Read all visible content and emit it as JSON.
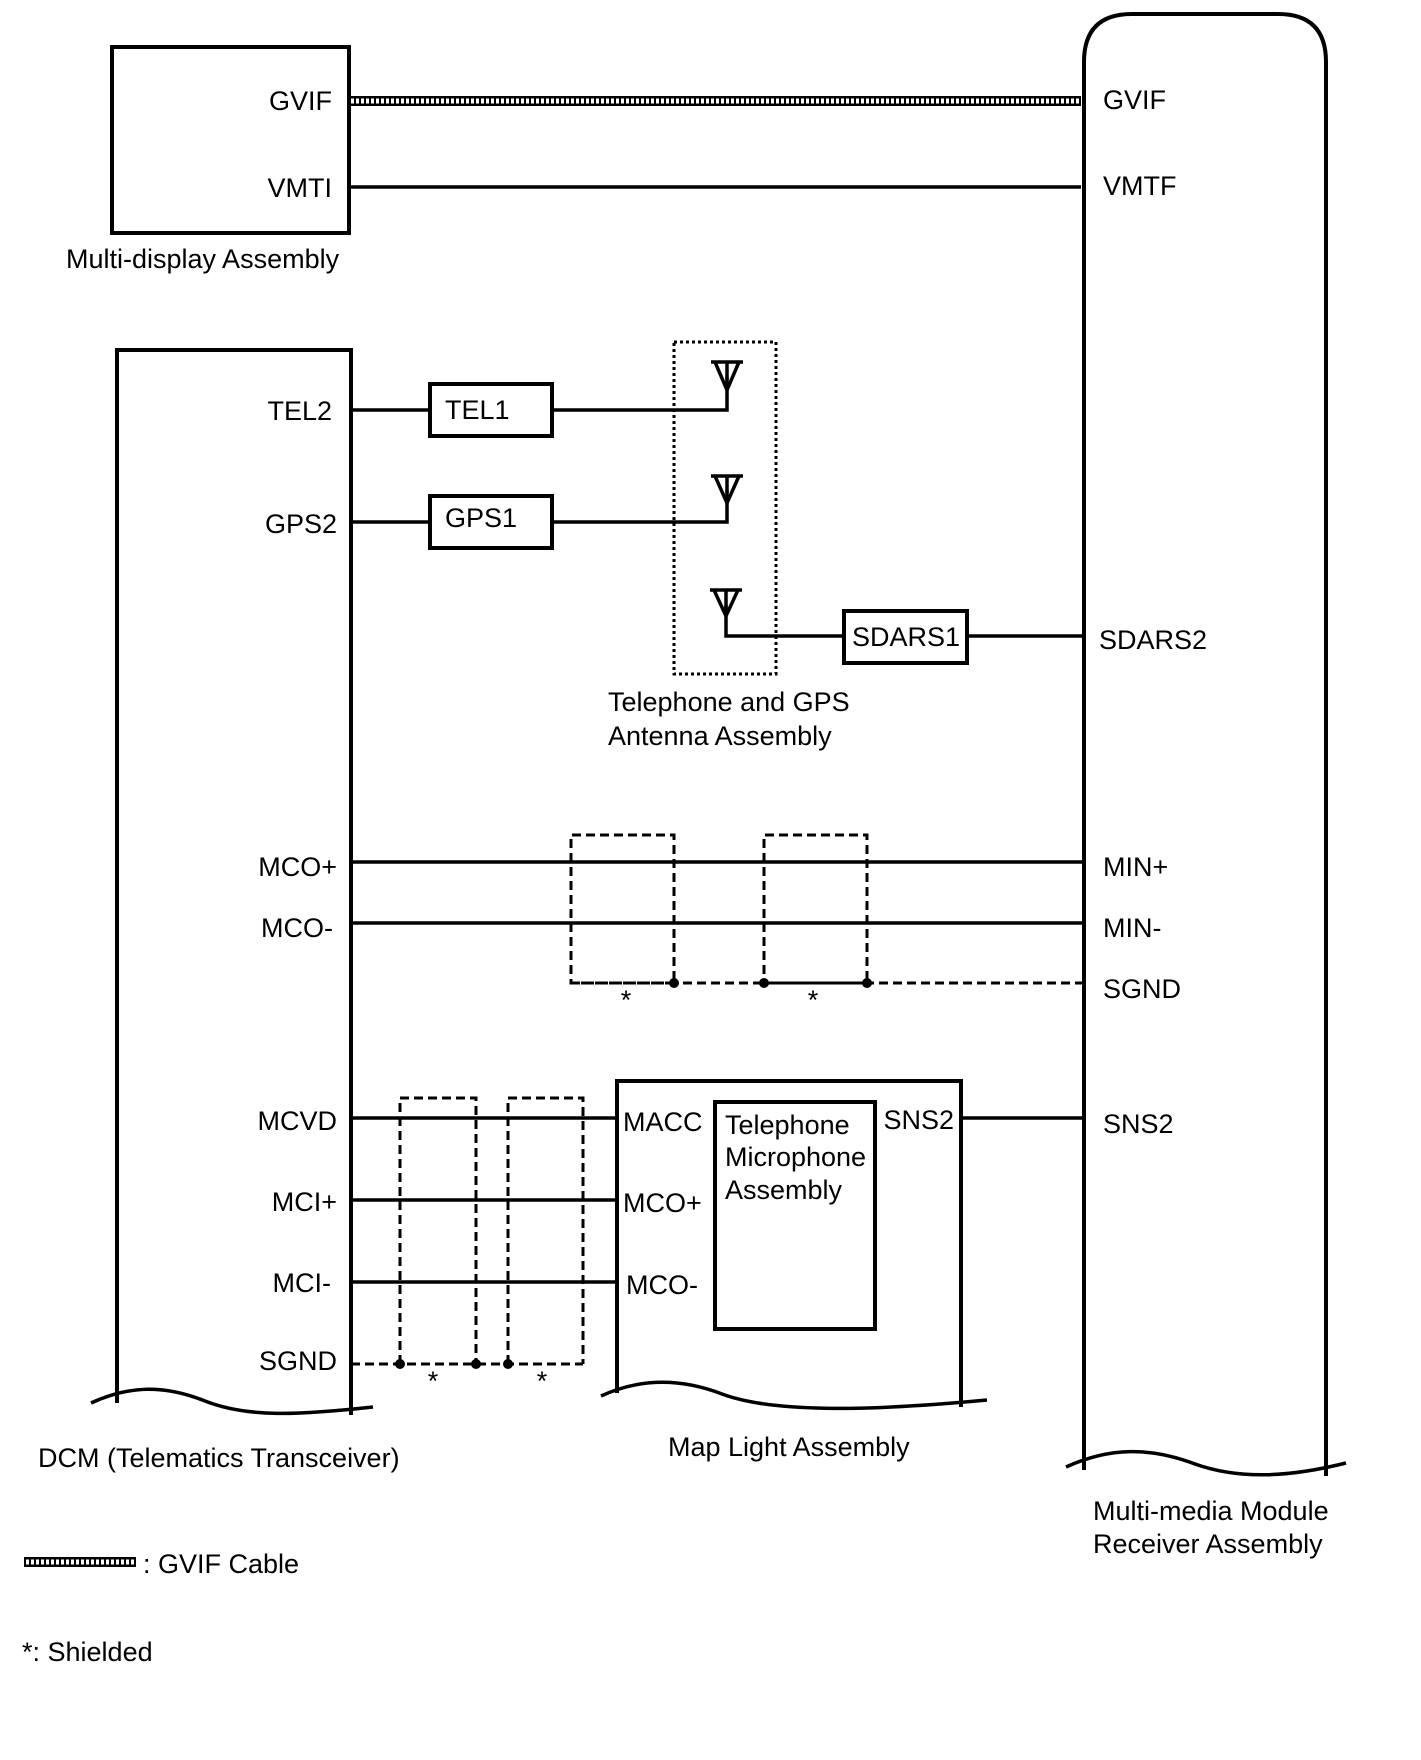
{
  "components": {
    "multi_display": "Multi-display Assembly",
    "dcm": "DCM (Telematics Transceiver)",
    "receiver_line1": "Multi-media Module",
    "receiver_line2": "Receiver Assembly",
    "antenna_line1": "Telephone and GPS",
    "antenna_line2": "Antenna Assembly",
    "map_light": "Map Light Assembly",
    "microphone_line1": "Telephone",
    "microphone_line2": "Microphone",
    "microphone_line3": "Assembly"
  },
  "pins": {
    "display_gvif": "GVIF",
    "display_vmti": "VMTI",
    "receiver_gvif": "GVIF",
    "receiver_vmtf": "VMTF",
    "receiver_sdars2": "SDARS2",
    "receiver_min_plus": "MIN+",
    "receiver_min_minus": "MIN-",
    "receiver_sgnd": "SGND",
    "receiver_sns2": "SNS2",
    "dcm_tel2": "TEL2",
    "dcm_gps2": "GPS2",
    "dcm_mco_plus": "MCO+",
    "dcm_mco_minus": "MCO-",
    "dcm_mcvd": "MCVD",
    "dcm_mci_plus": "MCI+",
    "dcm_mci_minus": "MCI-",
    "dcm_sgnd": "SGND",
    "maplight_macc": "MACC",
    "maplight_mco_plus": "MCO+",
    "maplight_mco_minus": "MCO-",
    "maplight_sns2": "SNS2"
  },
  "connectors": {
    "tel1": "TEL1",
    "gps1": "GPS1",
    "sdars1": "SDARS1"
  },
  "marks": {
    "shield_star": "*"
  },
  "legend": {
    "gvif_cable": ": GVIF Cable",
    "shielded": "*: Shielded"
  }
}
